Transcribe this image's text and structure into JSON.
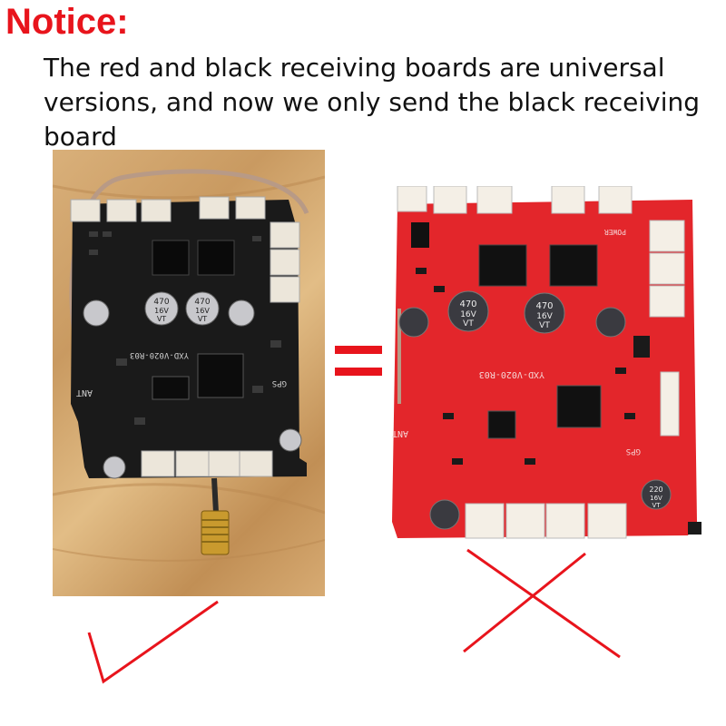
{
  "notice": {
    "title": "Notice:",
    "text": "The red and black receiving boards are universal versions, and now we only send the black receiving board"
  },
  "colors": {
    "notice_red": "#e8141c",
    "board_black": "#1a1a1a",
    "board_red": "#e3262b",
    "mark_red": "#e8141c",
    "equals_red": "#e8141c"
  },
  "black_board": {
    "capacitors": [
      {
        "value": "470",
        "voltage": "16V",
        "code": "VT"
      },
      {
        "value": "470",
        "voltage": "16V",
        "code": "VT"
      }
    ],
    "model": "YXD-V020-R03",
    "ant": "ANT",
    "gps": "GPS"
  },
  "red_board": {
    "capacitors": [
      {
        "value": "470",
        "voltage": "16V",
        "code": "VT"
      },
      {
        "value": "470",
        "voltage": "16V",
        "code": "VT"
      },
      {
        "value": "220",
        "voltage": "16V",
        "code": "VT"
      }
    ],
    "model": "YXD-V020-R03",
    "ant": "ANT",
    "gps": "GPS",
    "power": "POWER"
  },
  "icons": {
    "check": "check-mark-icon",
    "cross": "cross-mark-icon",
    "equals": "equals-sign-icon"
  }
}
